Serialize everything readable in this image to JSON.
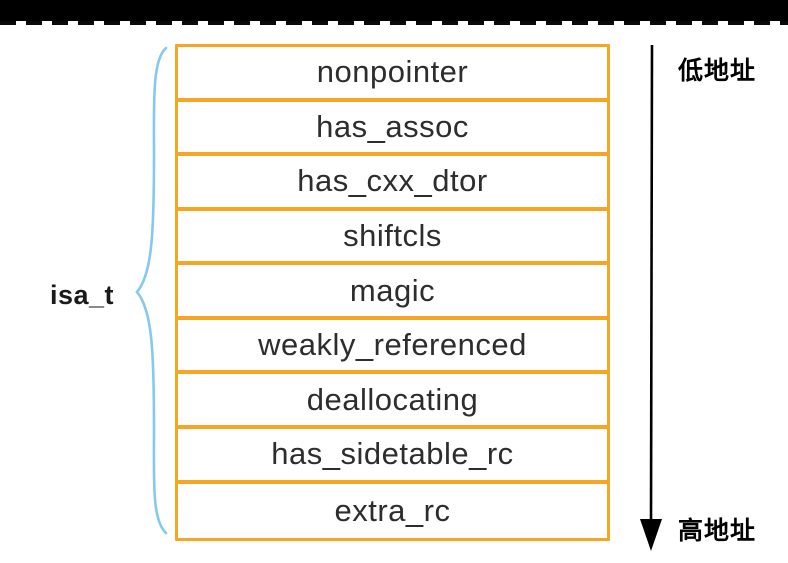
{
  "diagram": {
    "struct_label": "isa_t",
    "fields": [
      "nonpointer",
      "has_assoc",
      "has_cxx_dtor",
      "shiftcls",
      "magic",
      "weakly_referenced",
      "deallocating",
      "has_sidetable_rc",
      "extra_rc"
    ],
    "address_top_label": "低地址",
    "address_bottom_label": "高地址",
    "colors": {
      "box_border": "#F5A623",
      "brace": "#85C9EE",
      "field_text": "#2D2D2D",
      "annotation_text": "#000000"
    }
  }
}
